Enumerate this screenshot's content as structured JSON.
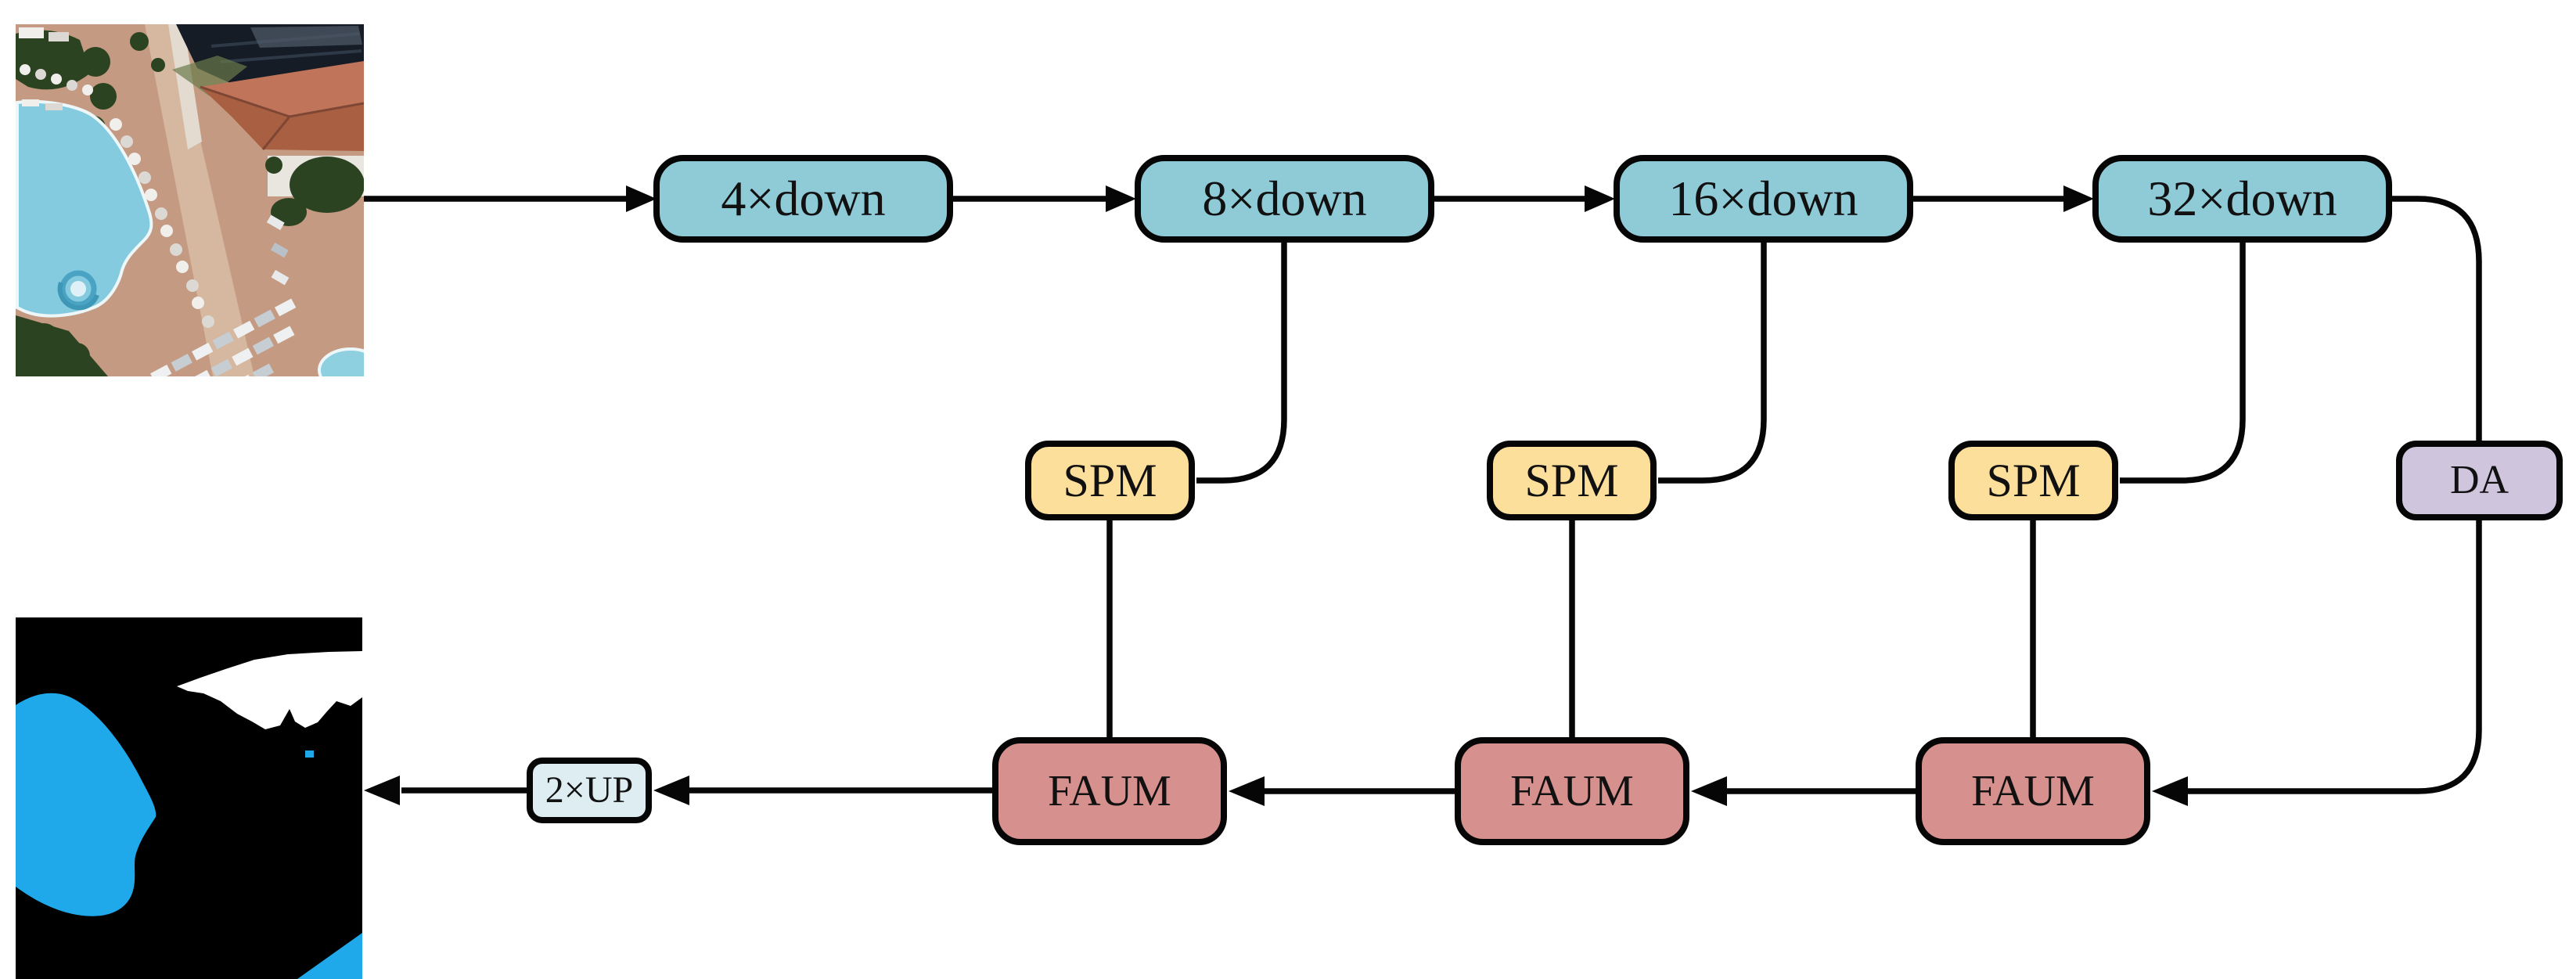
{
  "figure": {
    "type": "semantic-segmentation-network-flow-diagram",
    "nodes": {
      "down4": {
        "label": "4×down",
        "role": "encoder-stage"
      },
      "down8": {
        "label": "8×down",
        "role": "encoder-stage"
      },
      "down16": {
        "label": "16×down",
        "role": "encoder-stage"
      },
      "down32": {
        "label": "32×down",
        "role": "encoder-stage"
      },
      "spm1": {
        "label": "SPM",
        "role": "spatial-pyramid-module"
      },
      "spm2": {
        "label": "SPM",
        "role": "spatial-pyramid-module"
      },
      "spm3": {
        "label": "SPM",
        "role": "spatial-pyramid-module"
      },
      "da": {
        "label": "DA",
        "role": "attention-module"
      },
      "faum1": {
        "label": "FAUM",
        "role": "fusion-upsample-module"
      },
      "faum2": {
        "label": "FAUM",
        "role": "fusion-upsample-module"
      },
      "faum3": {
        "label": "FAUM",
        "role": "fusion-upsample-module"
      },
      "up2": {
        "label": "2×UP",
        "role": "upsample-stage"
      }
    },
    "edges": [
      {
        "from": "input-image",
        "to": "4×down",
        "arrow": true
      },
      {
        "from": "4×down",
        "to": "8×down",
        "arrow": true
      },
      {
        "from": "8×down",
        "to": "16×down",
        "arrow": true
      },
      {
        "from": "16×down",
        "to": "32×down",
        "arrow": true
      },
      {
        "from": "32×down",
        "to": "DA",
        "arrow": false
      },
      {
        "from": "8×down",
        "to": "SPM-1",
        "arrow": false
      },
      {
        "from": "16×down",
        "to": "SPM-2",
        "arrow": false
      },
      {
        "from": "32×down",
        "to": "SPM-3",
        "arrow": false
      },
      {
        "from": "SPM-1",
        "to": "FAUM-1",
        "arrow": false
      },
      {
        "from": "SPM-2",
        "to": "FAUM-2",
        "arrow": false
      },
      {
        "from": "SPM-3",
        "to": "FAUM-3",
        "arrow": false
      },
      {
        "from": "DA",
        "to": "FAUM-3",
        "arrow": true
      },
      {
        "from": "FAUM-3",
        "to": "FAUM-2",
        "arrow": true
      },
      {
        "from": "FAUM-2",
        "to": "FAUM-1",
        "arrow": true
      },
      {
        "from": "FAUM-1",
        "to": "2×UP",
        "arrow": true
      },
      {
        "from": "2×UP",
        "to": "output-mask",
        "arrow": true
      }
    ],
    "images": {
      "input": "aerial-photo-pool-resort",
      "output": "segmentation-mask-pool-cyan-building-white"
    },
    "colors": {
      "downsample_fill": "#8fcad7",
      "spm_fill": "#fbdf9b",
      "faum_fill": "#d6908d",
      "da_fill": "#cfc5dd",
      "upsample_fill": "#ddedf2",
      "stroke": "#060606",
      "mask_background": "#000000",
      "mask_pool": "#1fa9ea",
      "mask_building": "#ffffff"
    }
  }
}
